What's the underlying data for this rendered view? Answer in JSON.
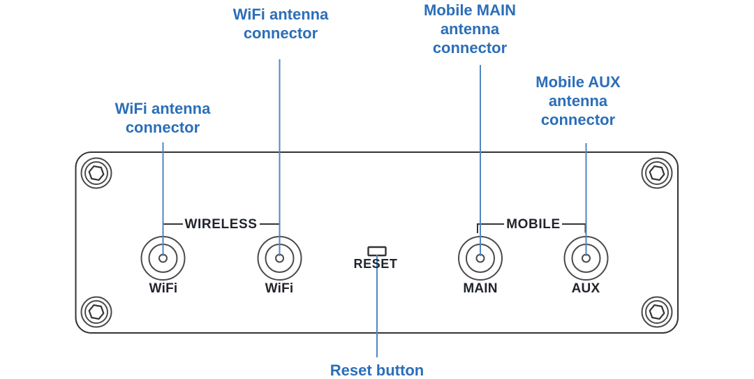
{
  "colors": {
    "background": "#ffffff",
    "callout_text": "#2b6eb8",
    "leader_line": "#4f86c6",
    "panel_outline": "#333333",
    "connector_outline": "#4a4a4a",
    "dark_text": "#20242c"
  },
  "device": {
    "groups": [
      {
        "label": "WIRELESS",
        "ports": [
          {
            "label": "WiFi"
          },
          {
            "label": "WiFi"
          }
        ]
      },
      {
        "label": "MOBILE",
        "ports": [
          {
            "label": "MAIN"
          },
          {
            "label": "AUX"
          }
        ]
      }
    ],
    "reset": {
      "label": "RESET"
    },
    "icons": [
      "hex-screw-icon",
      "hex-screw-icon",
      "hex-screw-icon",
      "hex-screw-icon",
      "antenna-connector-icon",
      "antenna-connector-icon",
      "antenna-connector-icon",
      "antenna-connector-icon",
      "reset-hole-icon"
    ]
  },
  "callouts": [
    {
      "target": "wifi-antenna-connector-left",
      "text": "WiFi antenna\nconnector"
    },
    {
      "target": "wifi-antenna-connector-right",
      "text": "WiFi antenna\nconnector"
    },
    {
      "target": "mobile-main-antenna-connector",
      "text": "Mobile MAIN\nantenna\nconnector"
    },
    {
      "target": "mobile-aux-antenna-connector",
      "text": "Mobile AUX\nantenna\nconnector"
    },
    {
      "target": "reset-button",
      "text": "Reset button"
    }
  ]
}
